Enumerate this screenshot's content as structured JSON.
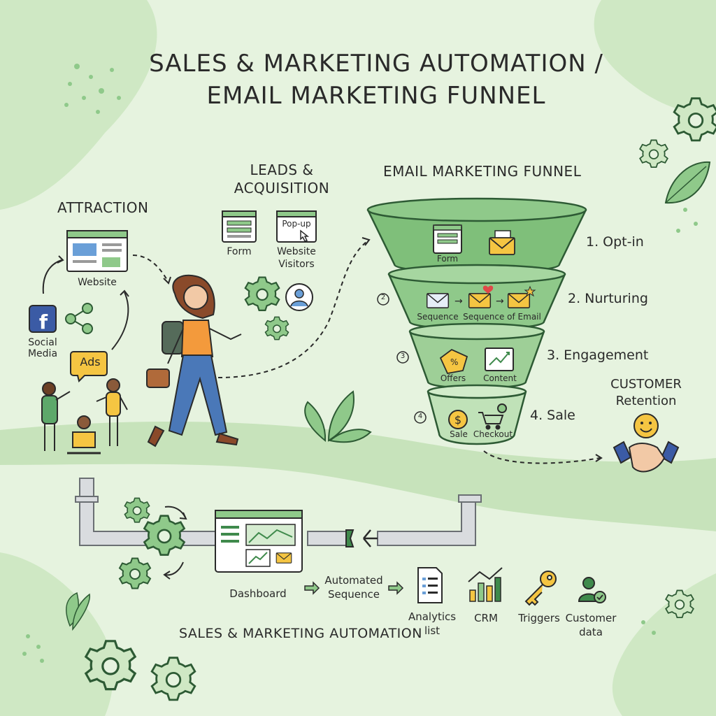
{
  "title": {
    "line1": "SALES & MARKETING AUTOMATION /",
    "line2": "EMAIL MARKETING FUNNEL"
  },
  "attraction": {
    "heading": "ATTRACTION",
    "website": "Website",
    "social": "Social\nMedia",
    "ads": "Ads"
  },
  "leads": {
    "heading_line1": "LEADS &",
    "heading_line2": "ACQUISITION",
    "form": "Form",
    "popup": "Pop-up",
    "visitors_line1": "Website",
    "visitors_line2": "Visitors"
  },
  "funnel": {
    "heading": "EMAIL MARKETING FUNNEL",
    "stages": [
      {
        "number": "",
        "label": "1. Opt-in",
        "items": [
          "Form"
        ]
      },
      {
        "number": "2",
        "label": "2. Nurturing",
        "items": [
          "Sequence",
          "Sequence of Email"
        ]
      },
      {
        "number": "3",
        "label": "3. Engagement",
        "items": [
          "Offers",
          "Content"
        ]
      },
      {
        "number": "4",
        "label": "4. Sale",
        "items": [
          "Sale",
          "Checkout"
        ]
      }
    ]
  },
  "customer": {
    "line1": "CUSTOMER",
    "line2": "Retention"
  },
  "automation": {
    "heading": "SALES & MARKETING AUTOMATION",
    "dashboard": "Dashboard",
    "auto_seq_line1": "Automated",
    "auto_seq_line2": "Sequence",
    "tools": [
      {
        "label_line1": "Analytics",
        "label_line2": "list",
        "icon": "analytics-list-icon"
      },
      {
        "label_line1": "CRM",
        "label_line2": "",
        "icon": "crm-chart-icon"
      },
      {
        "label_line1": "Triggers",
        "label_line2": "",
        "icon": "key-icon"
      },
      {
        "label_line1": "Customer",
        "label_line2": "data",
        "icon": "customer-data-icon"
      }
    ]
  },
  "colors": {
    "background": "#e6f3df",
    "funnel_green": "#8fc98a",
    "funnel_dark": "#3f8a4c",
    "accent_yellow": "#f5c542",
    "ink": "#2a2a2a"
  }
}
